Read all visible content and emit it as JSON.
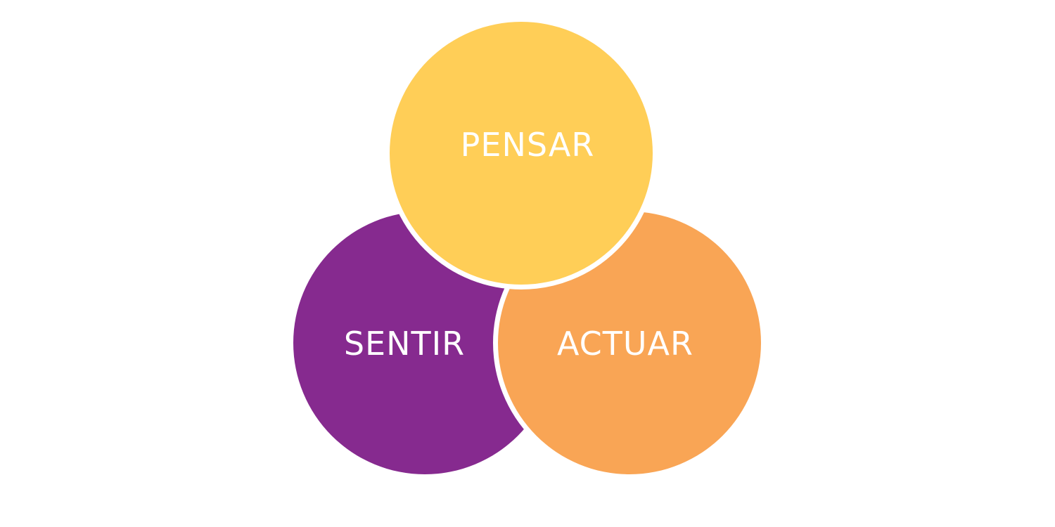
{
  "diagram": {
    "circles": [
      {
        "id": "sentir",
        "label": "SENTIR",
        "color": "#862a8f"
      },
      {
        "id": "actuar",
        "label": "ACTUAR",
        "color": "#f9a555"
      },
      {
        "id": "pensar",
        "label": "PENSAR",
        "color": "#ffce57"
      }
    ],
    "separator_color": "#ffffff"
  }
}
